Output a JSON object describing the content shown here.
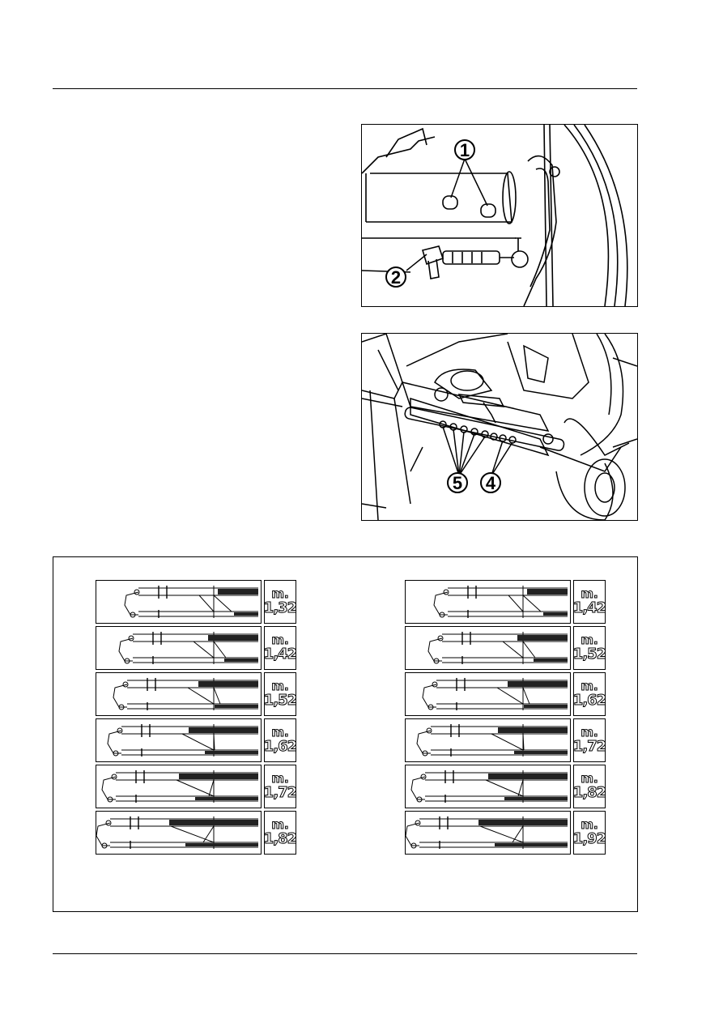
{
  "figures": {
    "top": {
      "callouts": [
        "1",
        "2"
      ]
    },
    "middle": {
      "callouts": [
        "5",
        "4"
      ]
    }
  },
  "track_settings": {
    "unit": "m.",
    "left_column": [
      "1,32",
      "1,42",
      "1,52",
      "1,62",
      "1,72",
      "1,82"
    ],
    "right_column": [
      "1,42",
      "1,52",
      "1,62",
      "1,72",
      "1,82",
      "1,92"
    ]
  }
}
